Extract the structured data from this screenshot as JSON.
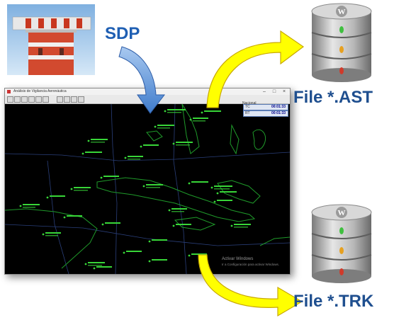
{
  "labels": {
    "sdp": "SDP",
    "file_ast": "File *.AST",
    "file_trk": "File *.TRK"
  },
  "app": {
    "title": "Análisis de Vigilancia Aeronáutica",
    "status": "Nacional",
    "clock_rows": [
      {
        "tag": "TC",
        "time": "00:01:33"
      },
      {
        "tag": "RT",
        "time": "00:01:33"
      }
    ],
    "watermark_title": "Activar Windows",
    "watermark_sub": "Ir a Configuración para activar Windows."
  },
  "colors": {
    "sdp_arrow": "#5b8fd8",
    "output_arrow": "#ffff00",
    "arrow_outline": "#c8a800",
    "radar_track": "#38d638",
    "coastline": "#1f9a2a",
    "scope_background": "#000000"
  },
  "icons": [
    "radar-tower",
    "database-icon",
    "database-icon"
  ]
}
